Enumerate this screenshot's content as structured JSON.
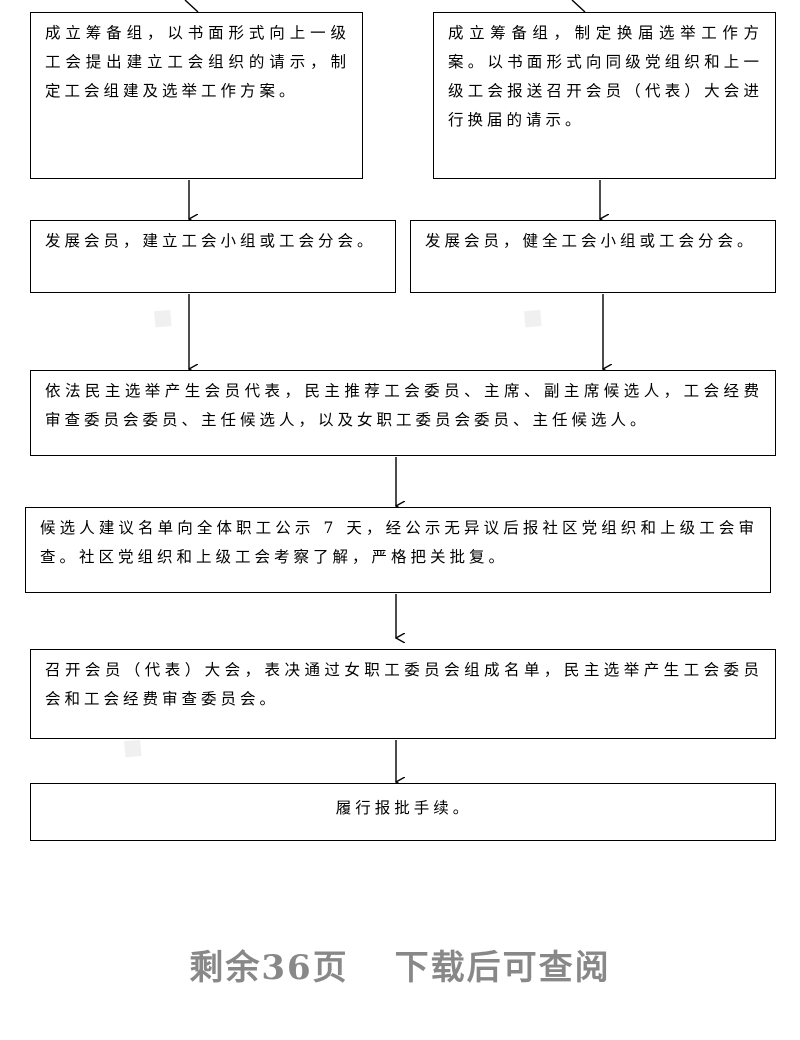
{
  "flowchart": {
    "box_left_1": "成立筹备组，以书面形式向上一级工会提出建立工会组织的请示，制定工会组建及选举工作方案。",
    "box_right_1": "成立筹备组，制定换届选举工作方案。以书面形式向同级党组织和上一级工会报送召开会员（代表）大会进行换届的请示。",
    "box_left_2": "发展会员，建立工会小组或工会分会。",
    "box_right_2": "发展会员，健全工会小组或工会分会。",
    "box_3": "依法民主选举产生会员代表，民主推荐工会委员、主席、副主席候选人，工会经费审查委员会委员、主任候选人，以及女职工委员会委员、主任候选人。",
    "box_4": "候选人建议名单向全体职工公示 7 天，经公示无异议后报社区党组织和上级工会审查。社区党组织和上级工会考察了解，严格把关批复。",
    "box_5": "召开会员（代表）大会，表决通过女职工委员会组成名单，民主选举产生工会委员会和工会经费审查委员会。",
    "box_6": "履行报批手续。"
  },
  "footer": {
    "remaining": "剩余36页",
    "download": "下载后可查阅"
  },
  "colors": {
    "footer_text": "#888888",
    "stroke": "#000000"
  }
}
